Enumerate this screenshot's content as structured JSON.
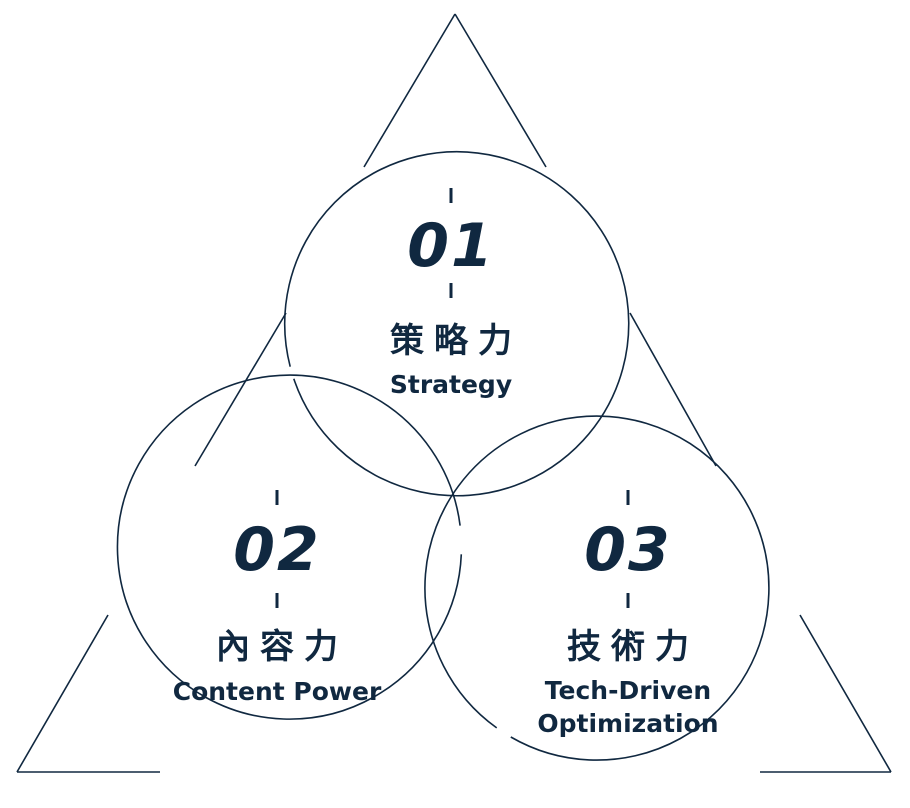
{
  "accent_color": "#102840",
  "background_color": "#ffffff",
  "items": [
    {
      "number": "01",
      "title_zh": "策略力",
      "title_en_lines": [
        "Strategy"
      ]
    },
    {
      "number": "02",
      "title_zh": "內容力",
      "title_en_lines": [
        "Content Power"
      ]
    },
    {
      "number": "03",
      "title_zh": "技術力",
      "title_en_lines": [
        "Tech-Driven",
        "Optimization"
      ]
    }
  ]
}
